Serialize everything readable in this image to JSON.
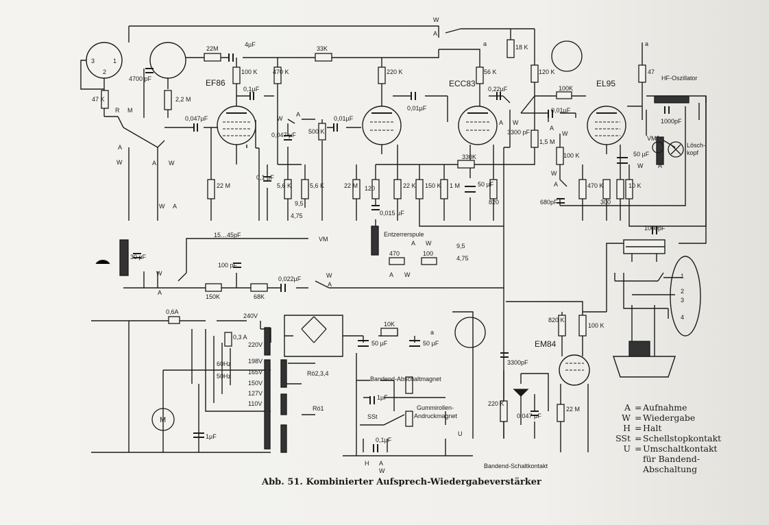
{
  "caption": "Abb. 51. Kombinierter Aufsprech-Wiedergabeverstärker",
  "tubes": {
    "ef86": "EF86",
    "ecc83": "ECC83",
    "el95": "EL95",
    "em84": "EM84"
  },
  "labels": {
    "hf_osc": "HF-Oszillator",
    "loesch1": "Lösch-",
    "loesch2": "kopf",
    "entzerrer": "Entzerrerspule",
    "bandend_magnet": "Bandend-Abschaltmagnet",
    "gummi1": "Gummirollen-",
    "gummi2": "Andruckmagnet",
    "bandend_kontakt": "Bandend-Schaltkontakt",
    "ro234": "Rö2,3,4",
    "ro1": "Rö1",
    "vm1": "VM",
    "vm2": "VM",
    "sst": "SSt",
    "a_top": "a",
    "a_el95": "a",
    "a_supply": "a"
  },
  "components": {
    "r22m": "22M",
    "c4uf": "4µF",
    "r33k": "33K",
    "r18k": "18 K",
    "c4700": "4700 pF",
    "r47k": "47 K",
    "r22m_b": "2,2 M",
    "r100k_ef": "100 K",
    "r470k_ef": "470 K",
    "c01_ef": "0,1µF",
    "c0047": "0,047µF",
    "c0047b": "0,047 µF",
    "p500k": "500 K",
    "c001": "0,01µF",
    "r220k": "220 K",
    "c001b": "0,01µF",
    "r56k": "56 K",
    "c022": "0,22µF",
    "r120k": "120 K",
    "r100k_top": "100K",
    "c001c": "0,01µF",
    "r47_el": "47",
    "c1000": "1000pF",
    "c3300a": "3300 pF",
    "r15m": "1,5 M",
    "r100k_mid": "100 K",
    "c50uf_el": "50 µF",
    "r22m_ef": "22 M",
    "c01b": "0,1 µF",
    "r56ka": "5,6 K",
    "r56kb": "5,6 K",
    "t95": "9,5",
    "t475": "4,75",
    "r330k": "330K",
    "r22m_ecc": "22 M",
    "r120": "120",
    "r22k": "22 K",
    "r150k": "150 K",
    "r1m": "1 M",
    "c50uf_ecc": "50 µF",
    "r820": "820",
    "c0015": "0,015 µF",
    "r470": "470",
    "r100": "100",
    "t95b": "9,5",
    "t475b": "4,75",
    "r470k_el": "470 K",
    "c680": "680pF",
    "c300": "300",
    "r10k": "10 K",
    "c1000b": "1000pF",
    "ctrim": "15…45pF",
    "c30": "30 pF",
    "c100": "100 pF",
    "r150k_b": "150K",
    "r68k": "68K",
    "c0022": "0,022µF",
    "f06": "0,6A",
    "f03": "0,3 A",
    "v240": "240V",
    "v220": "220V",
    "v198": "198V",
    "v165": "165V",
    "v150": "150V",
    "v127": "127V",
    "v110": "110V",
    "hz60": "60Hz",
    "hz50": "50Hz",
    "motor": "M",
    "c1uf_m": "1µF",
    "r10k_s": "10K",
    "c50a": "50 µF",
    "c50b": "50 µF",
    "c1uf": "1µF",
    "c01uf_h": "0,1µF",
    "r820k": "820 K",
    "r100k_em": "100 K",
    "c3300b": "3300pF",
    "p220k": "220 K",
    "c0047c": "0,047 µF",
    "r22m_em": "22 M"
  },
  "switch_marks": {
    "w1": "W",
    "a1": "A",
    "r": "R",
    "m": "M",
    "a2": "A",
    "w2": "W",
    "a3": "A",
    "w3": "W",
    "w4": "W",
    "a4": "A",
    "w5": "W",
    "a5": "A",
    "w6": "W",
    "a6": "A",
    "w7": "W",
    "a7": "A",
    "w8": "W",
    "a8": "A",
    "a9": "A",
    "w9": "W",
    "a10": "A",
    "w10": "W",
    "w11": "W",
    "a11": "A",
    "h": "H",
    "a12": "A",
    "w12": "W",
    "u": "U",
    "wz": "W",
    "az": "A",
    "w_top": "W",
    "a_top": "A"
  },
  "connector_pins": [
    "1",
    "2",
    "3",
    "4"
  ],
  "jack_pins": {
    "p3": "3",
    "p1": "1",
    "p2": "2"
  },
  "legend": [
    {
      "key": "A",
      "eq": "=",
      "text": "Aufnahme"
    },
    {
      "key": "W",
      "eq": "=",
      "text": "Wiedergabe"
    },
    {
      "key": "H",
      "eq": "=",
      "text": "Halt"
    },
    {
      "key": "SSt",
      "eq": "=",
      "text": "Schellstopkontakt"
    },
    {
      "key": "U",
      "eq": "=",
      "text": "Umschaltkontakt"
    }
  ],
  "legend_extra": [
    "für Bandend-",
    "Abschaltung"
  ]
}
